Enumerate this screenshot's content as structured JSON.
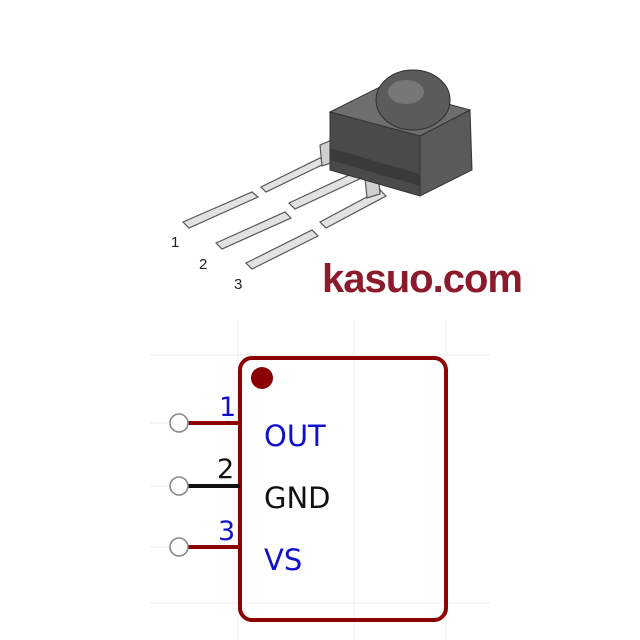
{
  "colors": {
    "body_outline": "#8b0000",
    "pin_blue": "#1010cc",
    "pin_black": "#111111",
    "grid": "#ececec",
    "watermark_fill": "#8b1a2b"
  },
  "package": {
    "pin_labels": [
      "1",
      "2",
      "3"
    ]
  },
  "watermark": {
    "text": "kasuo.com"
  },
  "schematic": {
    "pins": [
      {
        "number": "1",
        "name": "OUT",
        "color": "#1010cc",
        "wire": "#8b0000"
      },
      {
        "number": "2",
        "name": "GND",
        "color": "#111111",
        "wire": "#111111"
      },
      {
        "number": "3",
        "name": "VS",
        "color": "#1010cc",
        "wire": "#8b0000"
      }
    ]
  }
}
